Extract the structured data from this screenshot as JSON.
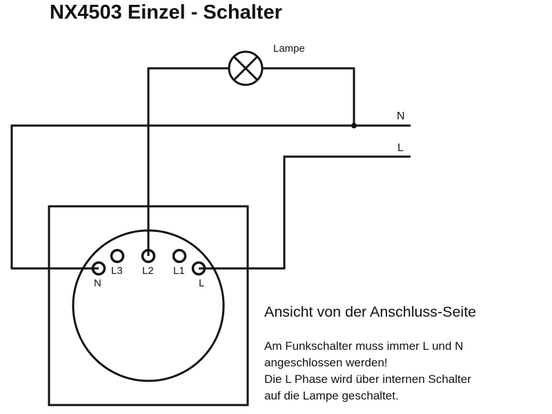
{
  "title": "NX4503 Einzel - Schalter",
  "diagram": {
    "lamp_label": "Lampe",
    "lines": {
      "neutral": "N",
      "live": "L"
    },
    "terminals": [
      {
        "id": "N",
        "label": "N"
      },
      {
        "id": "L3",
        "label": "L3"
      },
      {
        "id": "L2",
        "label": "L2"
      },
      {
        "id": "L1",
        "label": "L1"
      },
      {
        "id": "L",
        "label": "L"
      }
    ],
    "stroke_color": "#111111"
  },
  "caption": "Ansicht von der Anschluss-Seite",
  "note": {
    "lines": [
      "Am Funkschalter muss immer L und N",
      "angeschlossen werden!",
      "Die L Phase wird über internen Schalter",
      "auf die Lampe geschaltet."
    ]
  }
}
